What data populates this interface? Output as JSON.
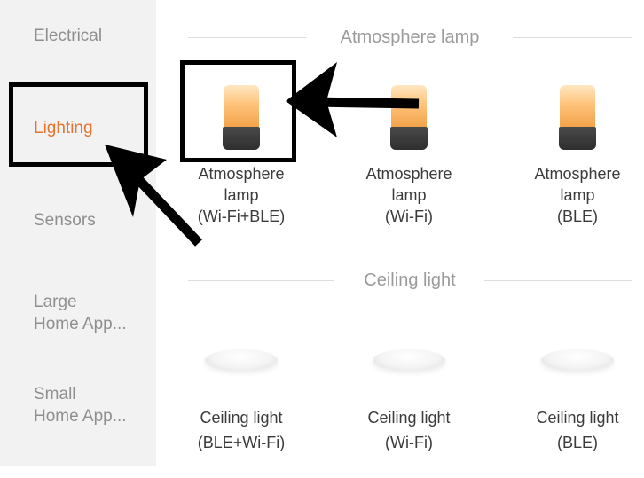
{
  "sidebar": {
    "items": [
      {
        "lines": [
          "Electrical"
        ],
        "active": false
      },
      {
        "lines": [
          "Lighting"
        ],
        "active": true
      },
      {
        "lines": [
          "Sensors"
        ],
        "active": false
      },
      {
        "lines": [
          "Large",
          "Home App..."
        ],
        "active": false
      },
      {
        "lines": [
          "Small",
          "Home App..."
        ],
        "active": false
      }
    ],
    "active_color": "#e7732c"
  },
  "sections": [
    {
      "title": "Atmosphere lamp",
      "products": [
        {
          "lines": [
            "Atmosphere",
            "lamp",
            "(Wi-Fi+BLE)"
          ],
          "icon": "atmosphere-lamp-icon"
        },
        {
          "lines": [
            "Atmosphere",
            "lamp",
            "(Wi-Fi)"
          ],
          "icon": "atmosphere-lamp-icon"
        },
        {
          "lines": [
            "Atmosphere",
            "lamp",
            "(BLE)"
          ],
          "icon": "atmosphere-lamp-icon"
        }
      ]
    },
    {
      "title": "Ceiling light",
      "products": [
        {
          "lines": [
            "Ceiling light",
            "(BLE+Wi-Fi)"
          ],
          "icon": "ceiling-light-icon"
        },
        {
          "lines": [
            "Ceiling light",
            "(Wi-Fi)"
          ],
          "icon": "ceiling-light-icon"
        },
        {
          "lines": [
            "Ceiling light",
            "(BLE)"
          ],
          "icon": "ceiling-light-icon"
        }
      ]
    }
  ],
  "annotations": {
    "highlighted": [
      "sidebar-item-lighting",
      "product-atmosphere-lamp-wifi-ble"
    ],
    "color": "#000000"
  }
}
